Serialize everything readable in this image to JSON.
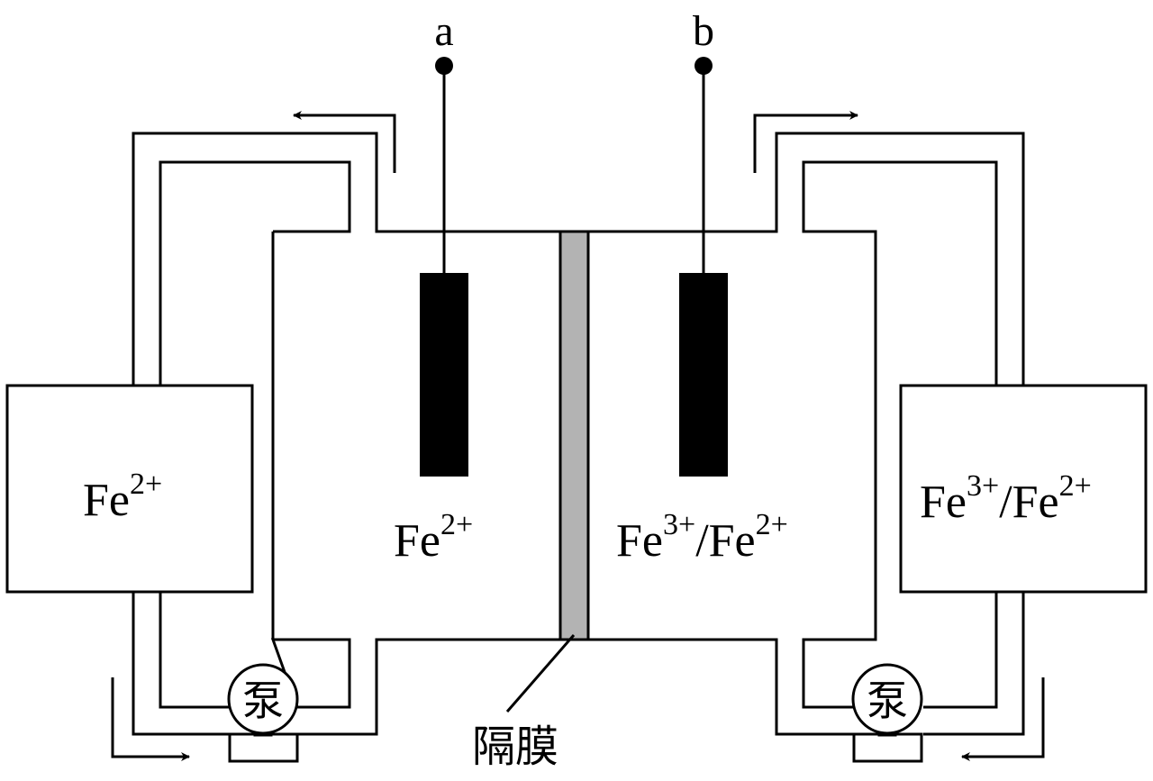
{
  "terminals": {
    "left": "a",
    "right": "b"
  },
  "tanks": {
    "left": {
      "base": "Fe",
      "sup": "2+"
    },
    "right": {
      "base1": "Fe",
      "sup1": "3+",
      "sep": "/",
      "base2": "Fe",
      "sup2": "2+"
    }
  },
  "chambers": {
    "left": {
      "base": "Fe",
      "sup": "2+"
    },
    "right": {
      "base1": "Fe",
      "sup1": "3+",
      "sep": "/",
      "base2": "Fe",
      "sup2": "2+"
    }
  },
  "pump_label": "泵",
  "membrane_label": "隔膜",
  "colors": {
    "membrane": "#b3b3b3",
    "electrode": "#000000",
    "line": "#000000"
  }
}
